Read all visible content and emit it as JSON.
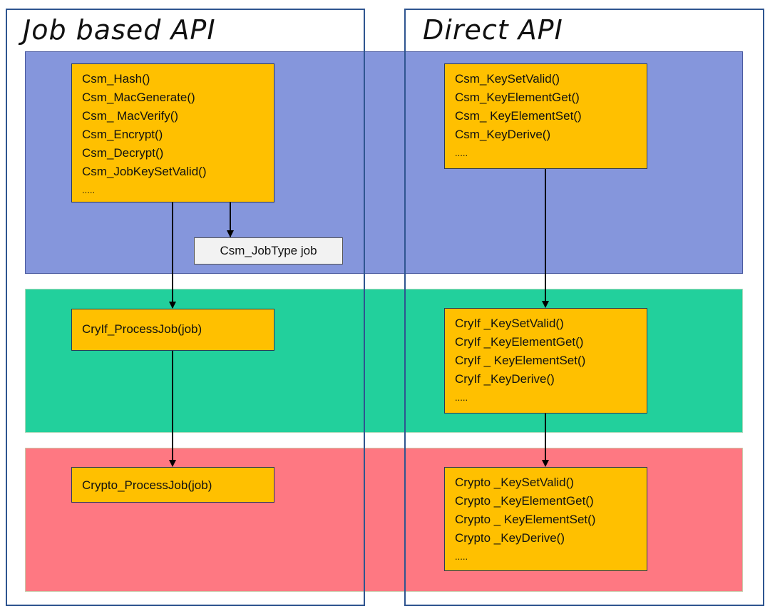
{
  "titles": {
    "job": "Job based API",
    "direct": "Direct API"
  },
  "job_based": {
    "csm_functions": [
      "Csm_Hash()",
      "Csm_MacGenerate()",
      "Csm_ MacVerify()",
      "Csm_Encrypt()",
      "Csm_Decrypt()",
      "Csm_JobKeySetValid()",
      "....."
    ],
    "job_type": "Csm_JobType job",
    "cryif": "CryIf_ProcessJob(job)",
    "crypto": "Crypto_ProcessJob(job)"
  },
  "direct": {
    "csm_functions": [
      "Csm_KeySetValid()",
      "Csm_KeyElementGet()",
      "Csm_ KeyElementSet()",
      "Csm_KeyDerive()",
      "....."
    ],
    "cryif_functions": [
      "CryIf _KeySetValid()",
      "CryIf _KeyElementGet()",
      "CryIf _ KeyElementSet()",
      "CryIf _KeyDerive()",
      "....."
    ],
    "crypto_functions": [
      "Crypto _KeySetValid()",
      "Crypto _KeyElementGet()",
      "Crypto _ KeyElementSet()",
      "Crypto _KeyDerive()",
      "....."
    ]
  },
  "colors": {
    "csm_layer": "#8596dc",
    "cryif_layer": "#22d09c",
    "crypto_layer": "#fe7882",
    "function_box": "#ffc000",
    "frame": "#2f5590"
  }
}
